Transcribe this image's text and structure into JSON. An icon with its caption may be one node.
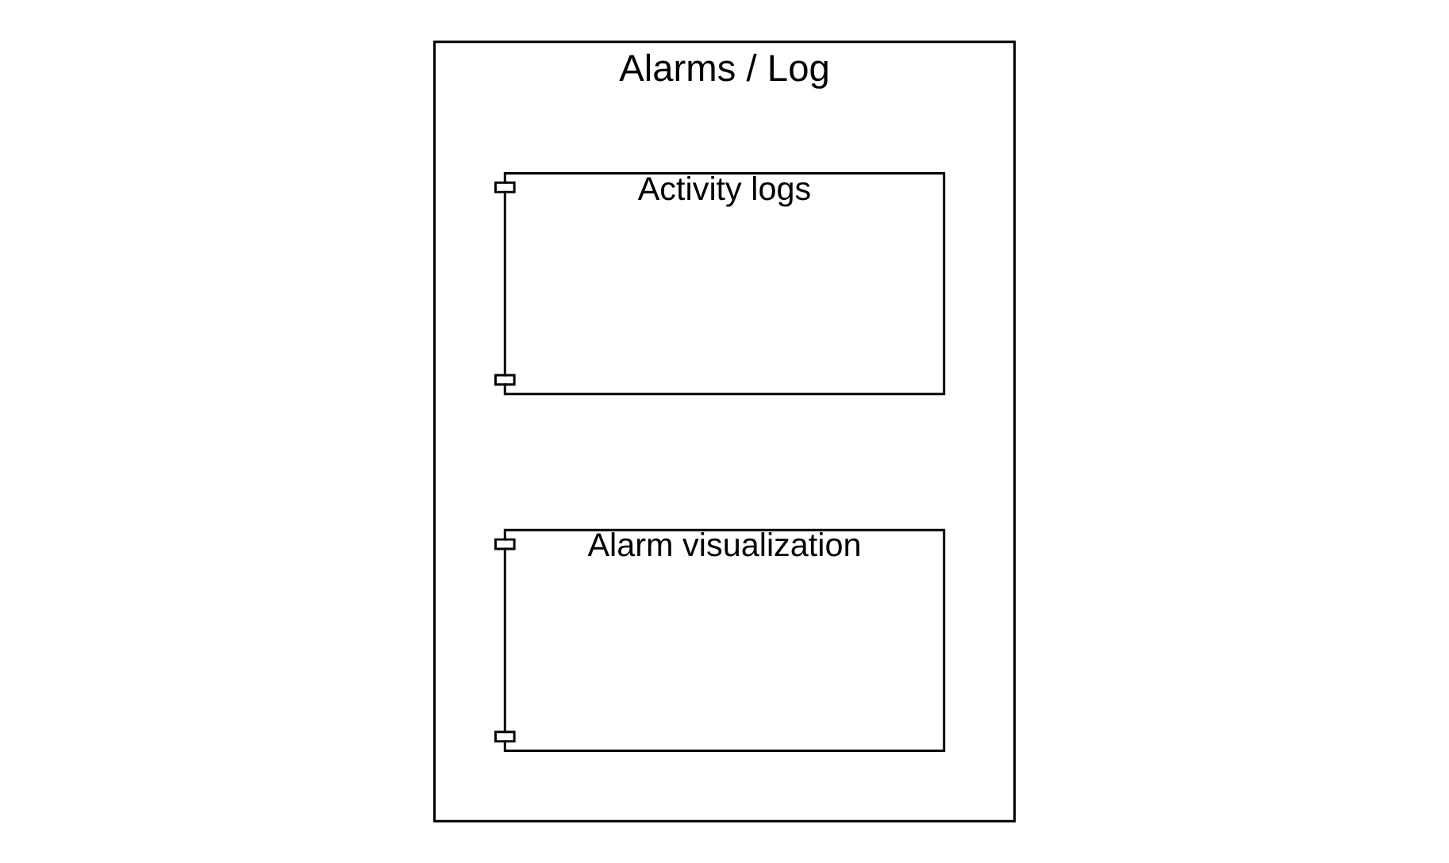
{
  "diagram": {
    "nodes": [
      {
        "text": [
          "Alarms / Log"
        ]
      },
      {
        "text": [
          "Activity logs"
        ],
        "in": 0
      },
      {
        "text": [
          "Alarm visualization"
        ],
        "in": 0
      }
    ]
  }
}
